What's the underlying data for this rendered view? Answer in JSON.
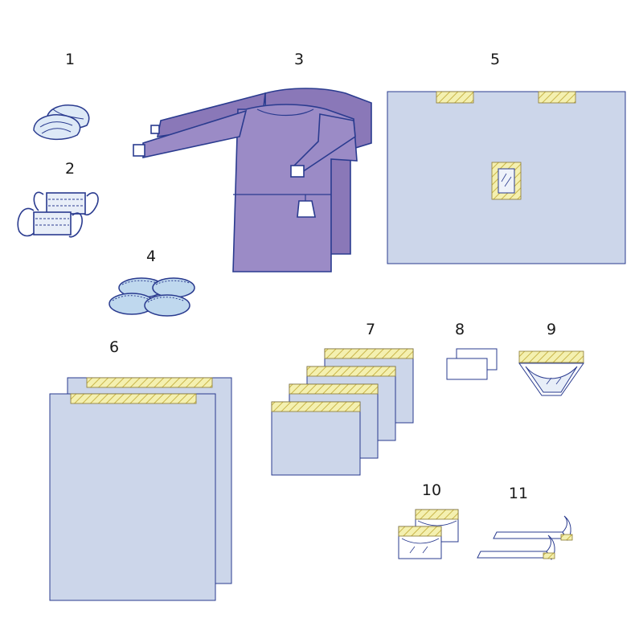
{
  "items": [
    {
      "number": "1",
      "icon": "bouffant-cap-icon"
    },
    {
      "number": "2",
      "icon": "face-mask-icon"
    },
    {
      "number": "3",
      "icon": "surgical-gown-icon"
    },
    {
      "number": "4",
      "icon": "shoe-cover-icon"
    },
    {
      "number": "5",
      "icon": "fenestrated-drape-icon"
    },
    {
      "number": "6",
      "icon": "large-drape-icon"
    },
    {
      "number": "7",
      "icon": "adhesive-drape-stack-icon"
    },
    {
      "number": "8",
      "icon": "towel-icon"
    },
    {
      "number": "9",
      "icon": "fluid-pouch-icon"
    },
    {
      "number": "10",
      "icon": "instrument-pouch-icon"
    },
    {
      "number": "11",
      "icon": "adhesive-tape-icon"
    }
  ],
  "colors": {
    "outline": "#2a3b8f",
    "drape_fill": "#ccd6ea",
    "gown_fill": "#9b8bc6",
    "gown_shade": "#8a78b8",
    "adhesive_fill": "#f4f0b0",
    "adhesive_stripe": "#c9b54a",
    "cap_fill": "#dde9f7",
    "shoe_fill": "#bfd8ee"
  }
}
